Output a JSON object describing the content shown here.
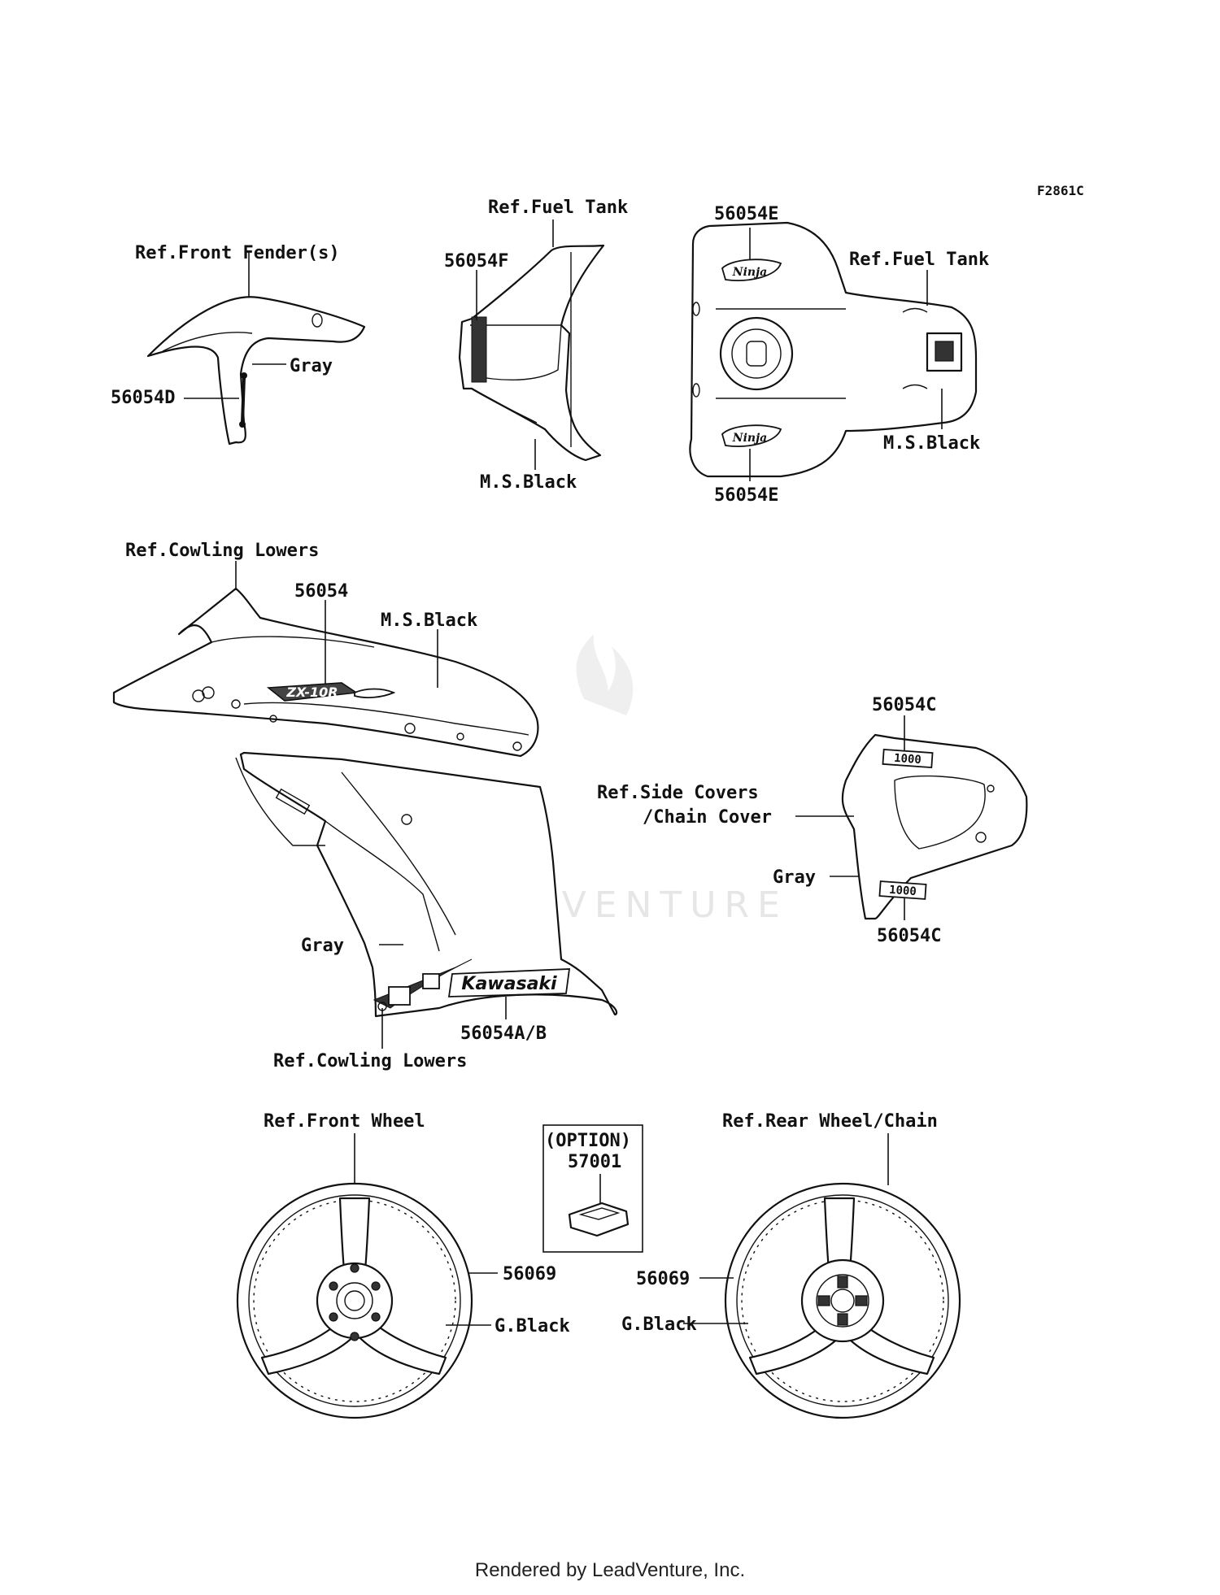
{
  "figure_id": "F2861C",
  "watermark": "LEADVENTURE",
  "footer": "Rendered by LeadVenture, Inc.",
  "labels": {
    "ref_front_fender": "Ref.Front Fender(s)",
    "gray_fender": "Gray",
    "p56054D": "56054D",
    "ref_fuel_tank_1": "Ref.Fuel Tank",
    "p56054F": "56054F",
    "ms_black_1": "M.S.Black",
    "p56054E_top": "56054E",
    "ref_fuel_tank_2": "Ref.Fuel Tank",
    "ms_black_2": "M.S.Black",
    "p56054E_bottom": "56054E",
    "ref_cowling_lowers_1": "Ref.Cowling Lowers",
    "p56054": "56054",
    "ms_black_3": "M.S.Black",
    "p56054C_top": "56054C",
    "ref_side_covers_1": "Ref.Side Covers",
    "ref_side_covers_2": "/Chain Cover",
    "gray_side": "Gray",
    "p56054C_bottom": "56054C",
    "gray_cowl": "Gray",
    "p56054AB": "56054A/B",
    "ref_cowling_lowers_2": "Ref.Cowling Lowers",
    "ref_front_wheel": "Ref.Front Wheel",
    "p56069_front": "56069",
    "gblack_front": "G.Black",
    "option_title": "(OPTION)",
    "p57001": "57001",
    "ref_rear_wheel": "Ref.Rear Wheel/Chain",
    "p56069_rear": "56069",
    "gblack_rear": "G.Black"
  },
  "decals": {
    "tank_logo": "Ninja",
    "cowl_logo": "ZX-10R",
    "fairing_logo": "Kawasaki",
    "side_logo": "1000"
  }
}
